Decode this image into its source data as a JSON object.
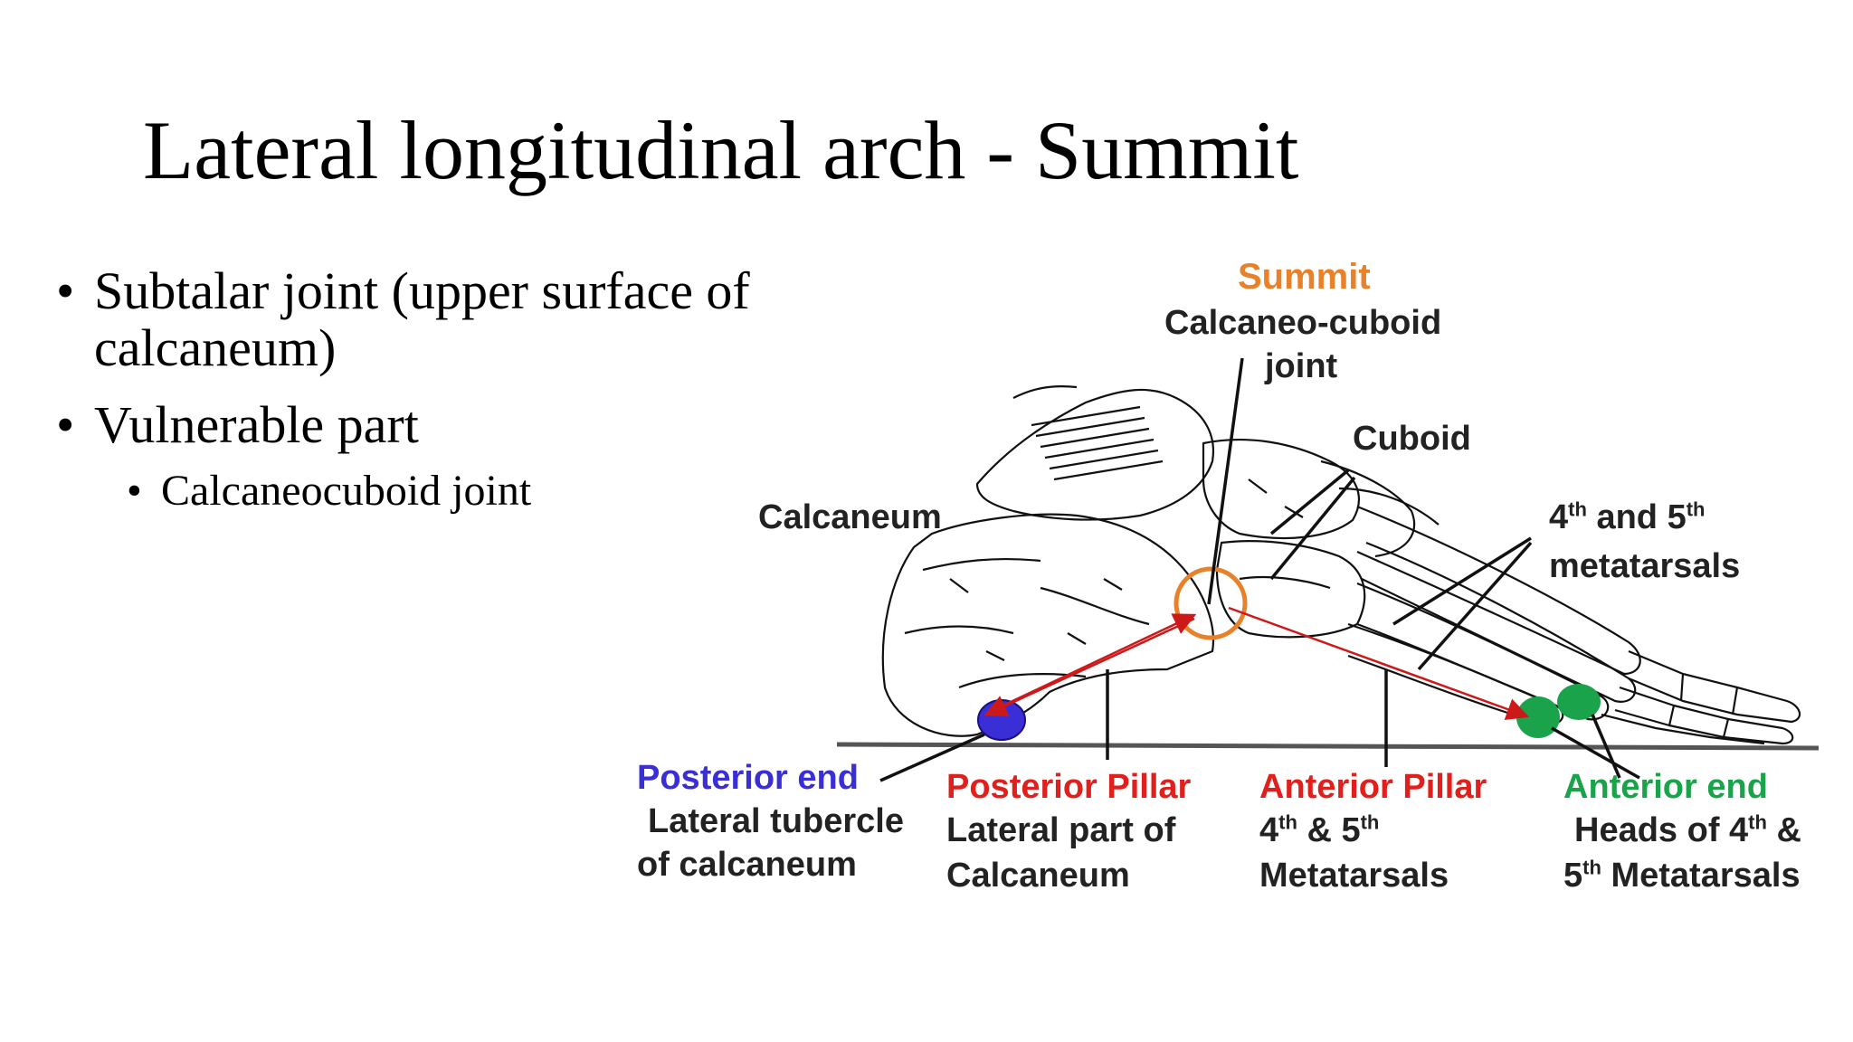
{
  "slide": {
    "title": "Lateral longitudinal arch - Summit",
    "bullets": [
      {
        "text": "Subtalar joint (upper surface of",
        "text2": "calcaneum)"
      },
      {
        "text": "Vulnerable part"
      }
    ],
    "sub_bullets": [
      {
        "text": "Calcaneocuboid joint"
      }
    ]
  },
  "diagram": {
    "summit": {
      "title": "Summit",
      "line1": "Calcaneo-cuboid",
      "line2": "joint"
    },
    "cuboid": "Cuboid",
    "calcaneum": "Calcaneum",
    "metatarsals": {
      "line1_a": "4",
      "line1_sup1": "th",
      "line1_b": " and 5",
      "line1_sup2": "th",
      "line2": "metatarsals"
    },
    "posterior_end": {
      "title": "Posterior end",
      "line1": "Lateral tubercle",
      "line2": "of calcaneum"
    },
    "posterior_pillar": {
      "title": "Posterior Pillar",
      "line1": "Lateral part of",
      "line2": "Calcaneum"
    },
    "anterior_pillar": {
      "title": "Anterior Pillar",
      "line1_a": "4",
      "line1_sup1": "th",
      "line1_b": " & 5",
      "line1_sup2": "th",
      "line2": "Metatarsals"
    },
    "anterior_end": {
      "title": "Anterior end",
      "line1_a": "Heads of 4",
      "line1_sup": "th",
      "line1_b": " &",
      "line2_a": "5",
      "line2_sup": "th",
      "line2_b": " Metatarsals"
    },
    "colors": {
      "summit": "#e8822a",
      "posterior_end": "#3a2fd6",
      "pillar": "#e0201c",
      "anterior_end": "#1aa34a",
      "arrow": "#cc1a1a",
      "line": "#111111"
    }
  }
}
